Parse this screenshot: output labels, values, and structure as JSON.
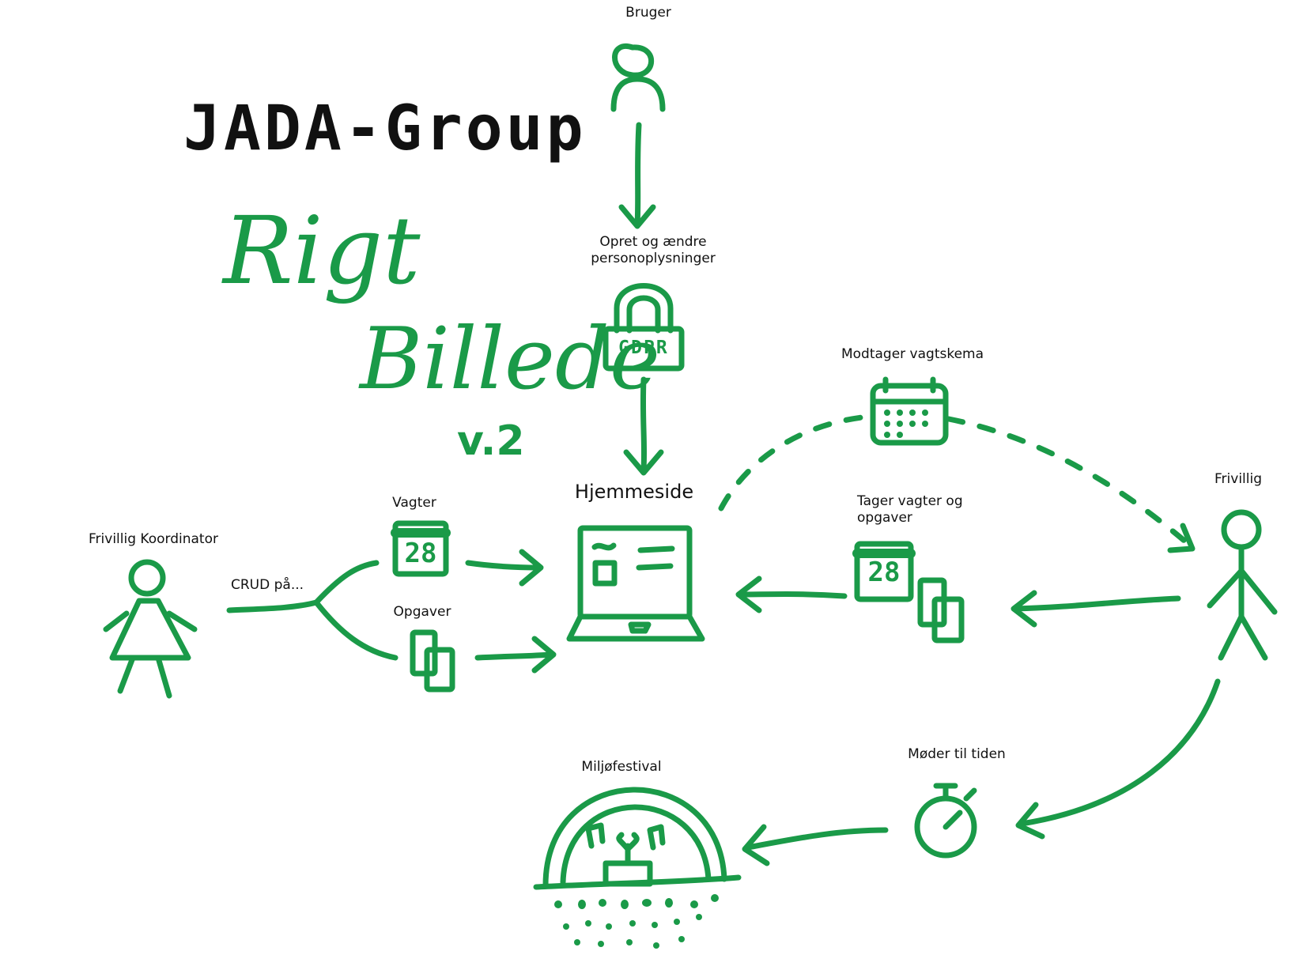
{
  "title": {
    "group": "JADA-Group",
    "line1": "Rigt",
    "line2": "Billede",
    "version": "v.2"
  },
  "nodes": {
    "bruger": "Bruger",
    "opret": "Opret og ændre\npersonoplysninger",
    "gdpr": "GDPR",
    "hjemmeside": "Hjemmeside",
    "modtager": "Modtager vagtskema",
    "tager": "Tager vagter og\nopgaver",
    "frivillig": "Frivillig",
    "koordinator": "Frivillig Koordinator",
    "crud": "CRUD på...",
    "vagter": "Vagter",
    "opgaver": "Opgaver",
    "calendar_day": "28",
    "moeder": "Møder til tiden",
    "miljoefestival": "Miljøfestival"
  },
  "colors": {
    "accent": "#1a9a48",
    "ink": "#111111",
    "background": "#ffffff"
  },
  "icons": [
    "person-icon",
    "padlock-icon",
    "laptop-icon",
    "calendar-icon",
    "documents-icon",
    "stopwatch-icon",
    "festival-stage-icon"
  ]
}
